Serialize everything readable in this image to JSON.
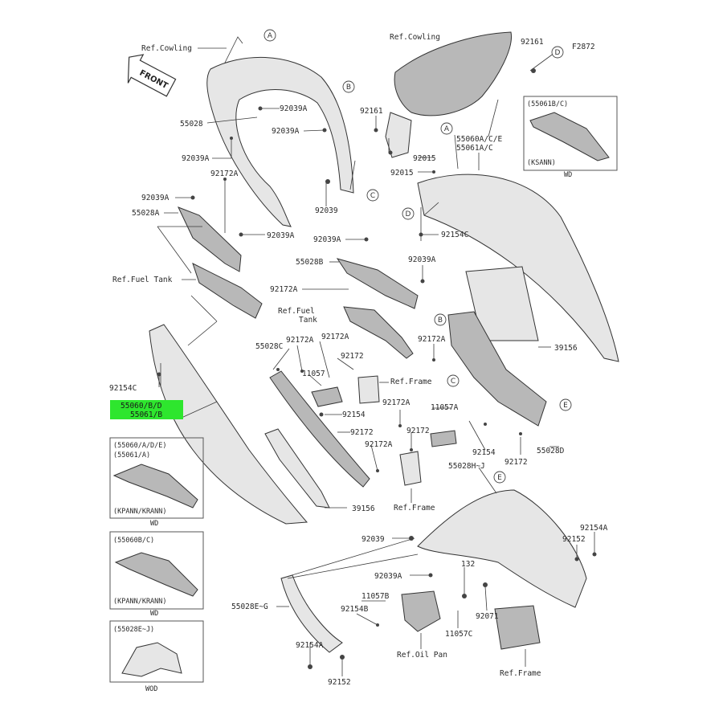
{
  "diagram_code": "F2872",
  "front_label": "FRONT",
  "callout_letters": {
    "a": "A",
    "b": "B",
    "c": "C",
    "d": "D",
    "e": "E"
  },
  "highlight": {
    "line1": "55060/B/D",
    "line2": "55061/B",
    "color": "#2ee62e"
  },
  "labels": {
    "ref_cowling_1": "Ref.Cowling",
    "ref_cowling_2": "Ref.Cowling",
    "p55028": "55028",
    "p92039a_1": "92039A",
    "p92039a_2": "92039A",
    "p92039a_3": "92039A",
    "p92172a_1": "92172A",
    "p92039a_4": "92039A",
    "p55028a": "55028A",
    "p92039a_5": "92039A",
    "p92039": "92039",
    "ref_fuel_tank_1": "Ref.Fuel Tank",
    "p92161_1": "92161",
    "p92161_2": "92161",
    "p92015_1": "92015",
    "p92015_2": "92015",
    "p55060": "55060A/C/E",
    "p55061": "55061A/C",
    "p92154c_1": "92154C",
    "p92039a_6": "92039A",
    "p55028b": "55028B",
    "p92039a_7": "92039A",
    "p92172a_2": "92172A",
    "ref_fuel_1": "Ref.Fuel",
    "ref_fuel_2": "Tank",
    "p92172a_3": "92172A",
    "p39156_1": "39156",
    "p92154c_2": "92154C",
    "p55028c": "55028C",
    "p92172a_4": "92172A",
    "p92172a_5": "92172A",
    "p92172_1": "92172",
    "p11057_1": "11057",
    "ref_frame_1": "Ref.Frame",
    "p92154_1": "92154",
    "p92172a_6": "92172A",
    "p11057a": "11057A",
    "p92172_2": "92172",
    "p92172_3": "92172",
    "p92154_2": "92154",
    "p55028d": "55028D",
    "p92172a_7": "92172A",
    "p92172_4": "92172",
    "p55028hj": "55028H~J",
    "ref_frame_2": "Ref.Frame",
    "p39156_2": "39156",
    "p92039_2": "92039",
    "p92154a_1": "92154A",
    "p92152_1": "92152",
    "p92039a_8": "92039A",
    "p132": "132",
    "p55028eg": "55028E~G",
    "p11057b": "11057B",
    "p92154b": "92154B",
    "p92071": "92071",
    "p11057c": "11057C",
    "ref_oil_pan": "Ref.Oil Pan",
    "ref_frame_3": "Ref.Frame",
    "p92154a_2": "92154A",
    "p92152_2": "92152"
  },
  "inset_boxes": [
    {
      "line1": "(55061B/C)",
      "line2": "",
      "variant": "(KSANN)",
      "market": "WD"
    },
    {
      "line1": "(55060/A/D/E)",
      "line2": "(55061/A)",
      "variant": "(KPANN/KRANN)",
      "market": "WD"
    },
    {
      "line1": "(55060B/C)",
      "line2": "",
      "variant": "(KPANN/KRANN)",
      "market": "WD"
    },
    {
      "line1": "(55028E~J)",
      "line2": "",
      "variant": "",
      "market": "WOD"
    }
  ]
}
